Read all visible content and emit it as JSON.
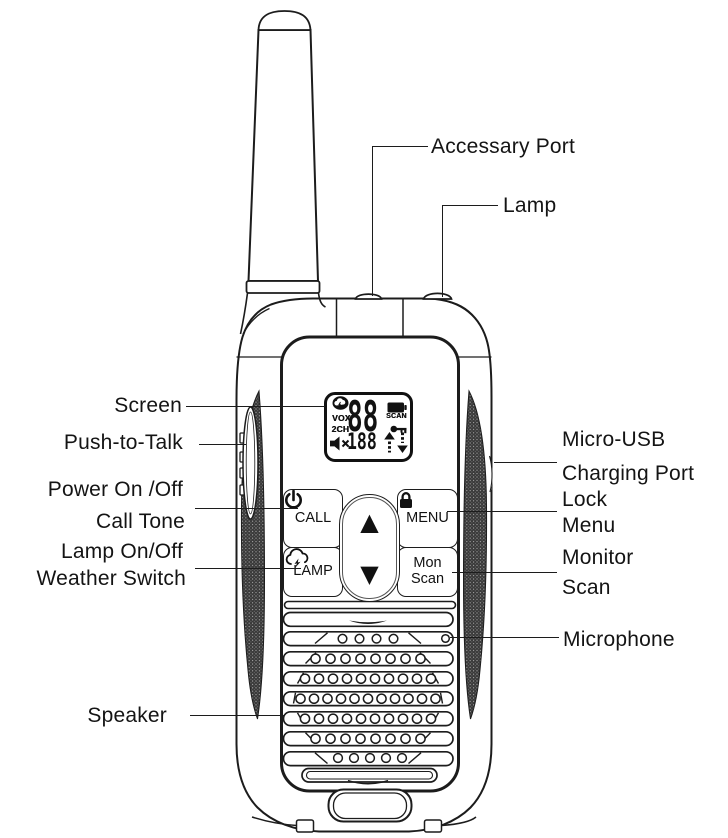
{
  "callout_labels": {
    "accessory_port": "Accessary Port",
    "lamp": "Lamp",
    "screen": "Screen",
    "push_to_talk": "Push-to-Talk",
    "power_on_off": "Power On /Off",
    "call_tone": "Call Tone",
    "lamp_on_off": "Lamp On/Off",
    "weather_switch": "Weather Switch",
    "speaker": "Speaker",
    "micro_usb": "Micro-USB",
    "charging_port": "Charging Port",
    "lock": "Lock",
    "menu": "Menu",
    "monitor": "Monitor",
    "scan": "Scan",
    "microphone": "Microphone"
  },
  "radio": {
    "lcd": {
      "channel_digits": "88",
      "frequency_digits": "188",
      "vox_label": "VOX",
      "channel_mode_label": "2CH",
      "scan_label": "SCAN",
      "icons": [
        "weather-alert-icon",
        "mute-icon",
        "battery-icon",
        "key-lock-icon",
        "dotted-up-arrow-icon",
        "dotted-down-arrow-icon"
      ]
    },
    "buttons": {
      "call": "CALL",
      "menu": "MENU",
      "lamp": "LAMP",
      "mon": "Mon",
      "scan": "Scan",
      "up_arrow": "▲",
      "down_arrow": "▼",
      "icons": [
        "power-icon",
        "lock-icon",
        "cloud-lightning-icon"
      ]
    }
  },
  "colors": {
    "line": "#1c1c1c",
    "grip_texture": "#383838",
    "background": "#ffffff"
  }
}
